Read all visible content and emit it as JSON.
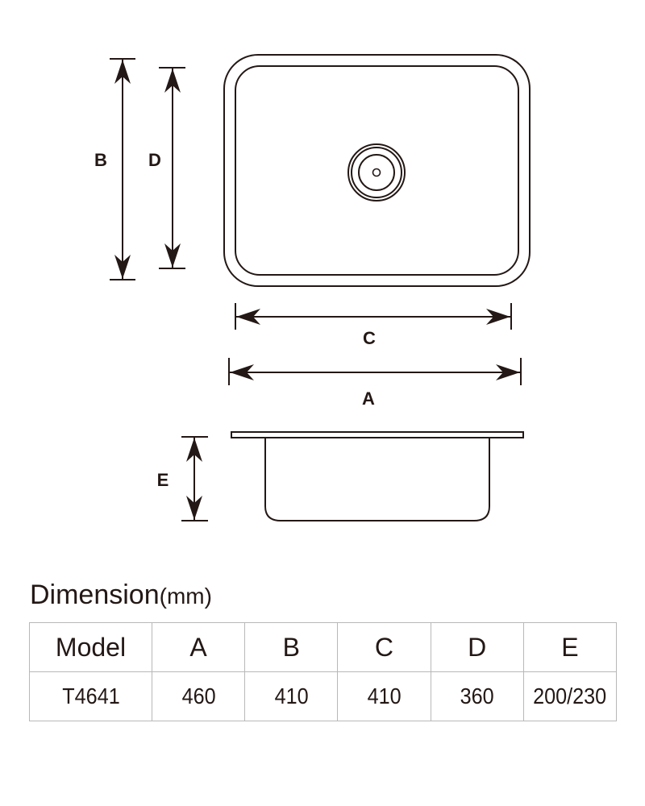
{
  "drawing": {
    "labels": {
      "a": "A",
      "b": "B",
      "c": "C",
      "d": "D",
      "e": "E"
    }
  },
  "table": {
    "title": "Dimension",
    "unit": "(mm)",
    "headers": [
      "Model",
      "A",
      "B",
      "C",
      "D",
      "E"
    ],
    "rows": [
      [
        "T4641",
        "460",
        "410",
        "410",
        "360",
        "200/230"
      ]
    ]
  },
  "colors": {
    "ink": "#231815",
    "table_border": "#b8b8b8"
  }
}
